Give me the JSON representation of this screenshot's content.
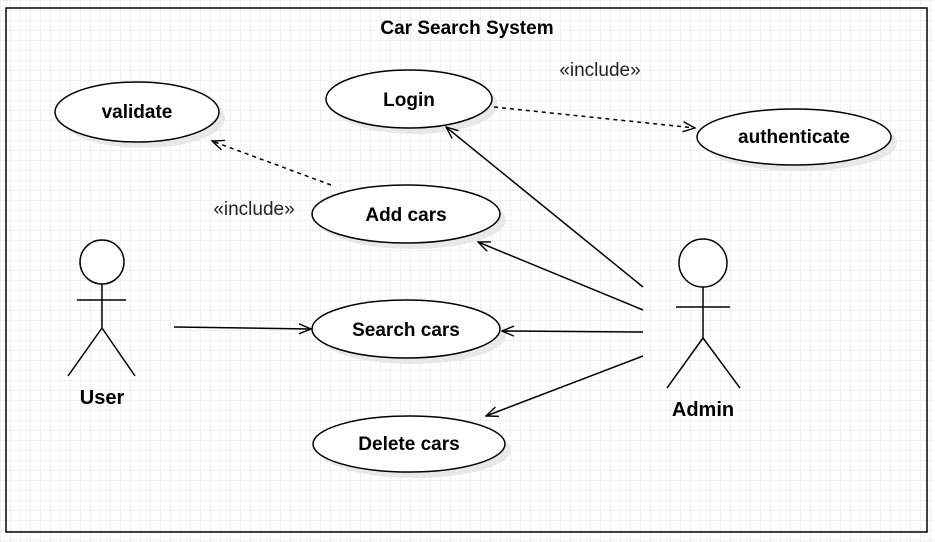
{
  "system": {
    "title": "Car Search System"
  },
  "actors": {
    "user": {
      "label": "User"
    },
    "admin": {
      "label": "Admin"
    }
  },
  "use_cases": {
    "validate": "validate",
    "login": "Login",
    "authenticate": "authenticate",
    "add_cars": "Add cars",
    "search_cars": "Search cars",
    "delete_cars": "Delete cars"
  },
  "relations": {
    "include_login_authenticate": "«include»",
    "include_add_validate": "«include»"
  }
}
